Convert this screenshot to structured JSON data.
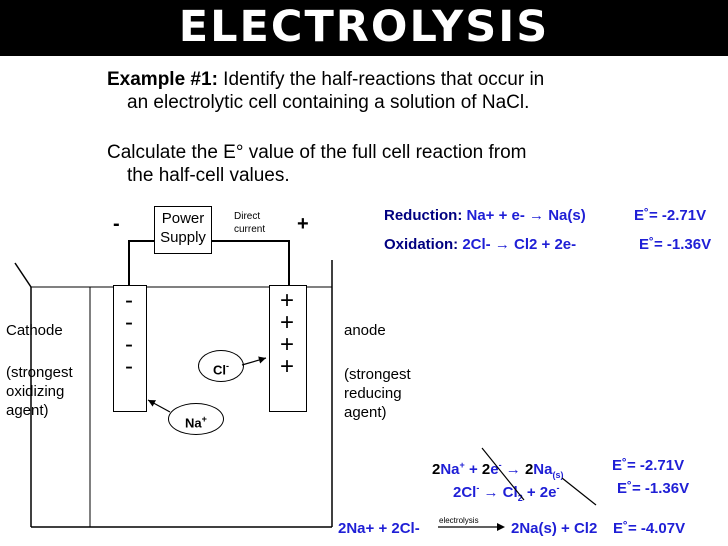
{
  "title": "ELECTROLYSIS",
  "intro": {
    "example_label": "Example #1:",
    "example_text_1": " Identify the half-reactions that occur in",
    "example_text_2": "an electrolytic cell containing a solution of NaCl.",
    "calc_text_1": "Calculate the E° value of the full cell reaction from",
    "calc_text_2": "the half-cell values."
  },
  "cell": {
    "power_supply": "Power Supply",
    "direct_current": "Direct current",
    "minus_sign": "-",
    "plus_sign": "+",
    "cathode_plate": "-\n-\n-\n-",
    "anode_plate": "+\n+\n+\n+",
    "chloride_ion": "Cl",
    "chloride_charge": "-",
    "sodium_ion": "Na",
    "sodium_charge": "+",
    "cathode_label": "Cathode",
    "cathode_desc": "(strongest oxidizing agent)",
    "anode_label": "anode",
    "anode_desc": "(strongest reducing agent)"
  },
  "half_reactions": {
    "reduction_label": "Reduction:",
    "reduction_eq": "Na+ + e- → Na(s)",
    "reduction_e": "E˚= -2.71V",
    "oxidation_label": "Oxidation:",
    "oxidation_eq": "2Cl- → Cl2 + 2e-",
    "oxidation_e": "E˚= -1.36V"
  },
  "overall": {
    "line1_e": "E˚= -2.71V",
    "line2_e": "E˚= -1.36V",
    "line3_left": "2Na+ + 2Cl-",
    "arrow_label": "electrolysis",
    "line3_right": "2Na(s) + Cl2",
    "line3_e": "E˚= -4.07V"
  },
  "colors": {
    "title_bg": "#000000",
    "equation_blue": "#1f1fd6",
    "label_navy": "#000080"
  }
}
